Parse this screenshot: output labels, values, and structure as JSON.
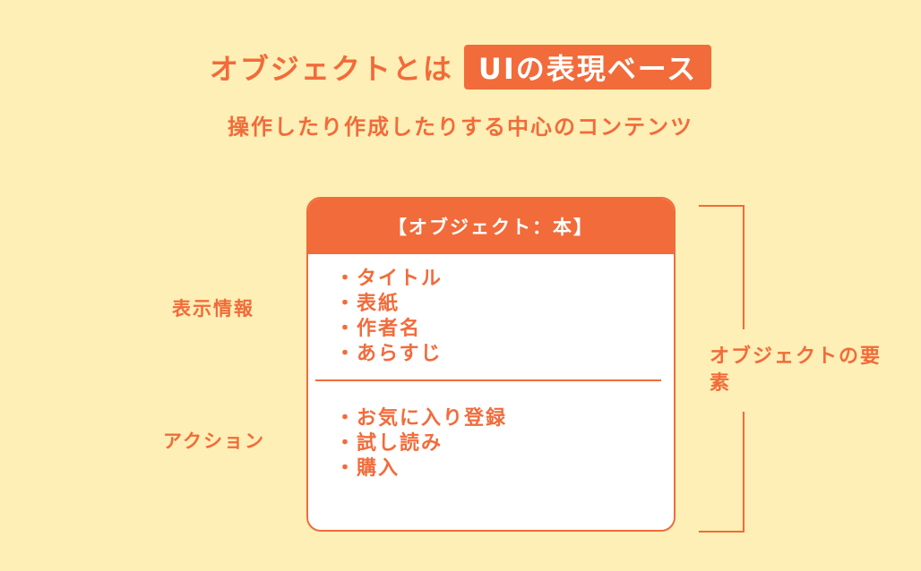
{
  "header": {
    "title": "オブジェクトとは",
    "title_badge": "UIの表現ベース",
    "subtitle": "操作したり作成したりする中心のコンテンツ"
  },
  "card": {
    "title": "【オブジェクト：本】",
    "display_items": [
      "・タイトル",
      "・表紙",
      "・作者名",
      "・あらすじ"
    ],
    "action_items": [
      "・お気に入り登録",
      "・試し読み",
      "・購入"
    ]
  },
  "labels": {
    "display_info": "表示情報",
    "actions": "アクション",
    "object_elements": "オブジェクトの要素"
  },
  "colors": {
    "accent": "#f26b3a",
    "background": "#fdefb5",
    "card_background": "#ffffff"
  }
}
